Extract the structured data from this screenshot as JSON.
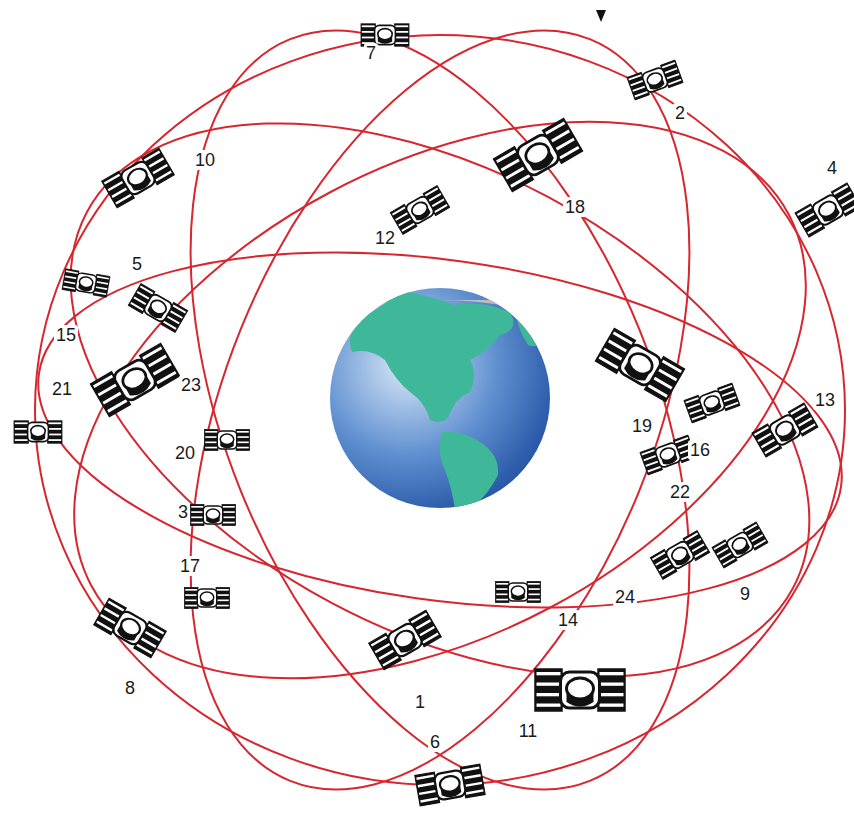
{
  "diagram": {
    "labels": [
      "7",
      "2",
      "10",
      "18",
      "4",
      "12",
      "5",
      "15",
      "21",
      "23",
      "19",
      "16",
      "13",
      "20",
      "22",
      "3",
      "24",
      "9",
      "17",
      "14",
      "8",
      "1",
      "11",
      "6"
    ]
  }
}
